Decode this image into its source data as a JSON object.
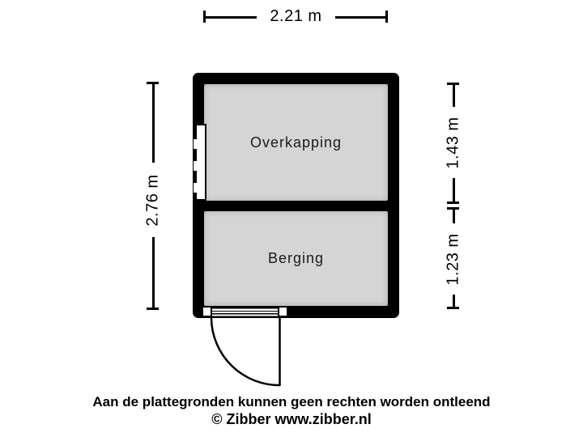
{
  "dimensions": {
    "top_width": "2.21 m",
    "left_height": "2.76 m",
    "right_top_height": "1.43 m",
    "right_bottom_height": "1.23 m"
  },
  "rooms": [
    {
      "name": "Overkapping"
    },
    {
      "name": "Berging"
    }
  ],
  "features": {
    "window": "window-icon",
    "door": "door-swing-icon"
  },
  "footer": {
    "disclaimer": "Aan de plattegronden kunnen geen rechten worden ontleend",
    "copyright": "© Zibber www.zibber.nl"
  },
  "colors": {
    "background": "#ffffff",
    "wall": "#000000",
    "room_fill": "#d5d5d5",
    "dimension_label_bg": "#ffffff",
    "text": "#000000"
  }
}
